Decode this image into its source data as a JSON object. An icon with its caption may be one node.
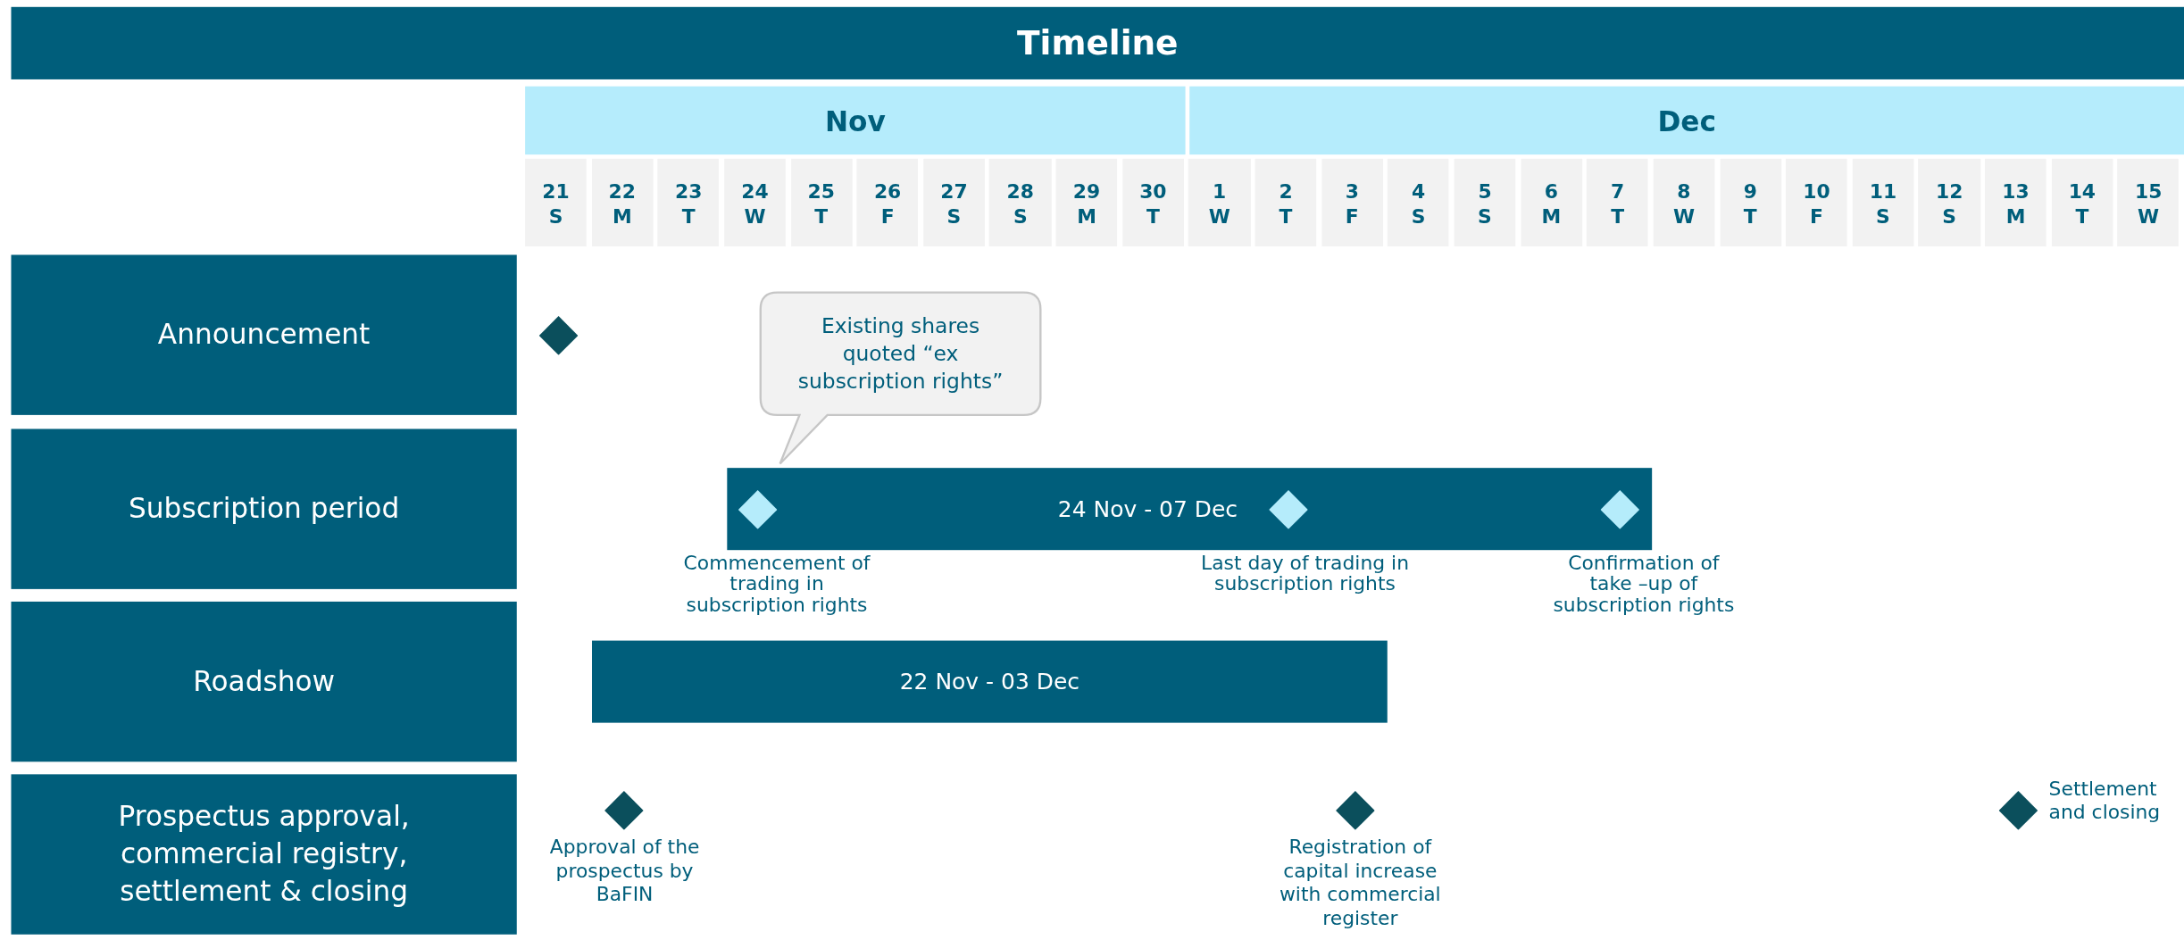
{
  "diagram": {
    "title": "Timeline",
    "nodes": [
      {
        "text": [
          "Nov"
        ]
      },
      {
        "text": [
          "Dec"
        ]
      },
      {
        "text": [
          "21",
          "S"
        ]
      },
      {
        "text": [
          "22",
          "M"
        ]
      },
      {
        "text": [
          "23",
          "T"
        ]
      },
      {
        "text": [
          "24",
          "W"
        ]
      },
      {
        "text": [
          "25",
          "T"
        ]
      },
      {
        "text": [
          "26",
          "F"
        ]
      },
      {
        "text": [
          "27",
          "S"
        ]
      },
      {
        "text": [
          "28",
          "S"
        ]
      },
      {
        "text": [
          "29",
          "M"
        ]
      },
      {
        "text": [
          "30",
          "T"
        ]
      },
      {
        "text": [
          "1",
          "W"
        ]
      },
      {
        "text": [
          "2",
          "T"
        ]
      },
      {
        "text": [
          "3",
          "F"
        ]
      },
      {
        "text": [
          "4",
          "S"
        ]
      },
      {
        "text": [
          "5",
          "S"
        ]
      },
      {
        "text": [
          "6",
          "M"
        ]
      },
      {
        "text": [
          "7",
          "T"
        ]
      },
      {
        "text": [
          "8",
          "W"
        ]
      },
      {
        "text": [
          "9",
          "T"
        ]
      },
      {
        "text": [
          "10",
          "F"
        ]
      },
      {
        "text": [
          "11",
          "S"
        ]
      },
      {
        "text": [
          "12",
          "S"
        ]
      },
      {
        "text": [
          "13",
          "M"
        ]
      },
      {
        "text": [
          "14",
          "T"
        ]
      },
      {
        "text": [
          "15",
          "W"
        ]
      },
      {
        "text": [
          "Announcement"
        ]
      },
      {
        "text": [],
        "shape": "diamond"
      },
      {
        "text": [
          "Existing shares quoted “ex subscription rights”"
        ]
      },
      {
        "text": [
          "Subscription period"
        ]
      },
      {
        "text": [
          "24 Nov - 07 Dec"
        ]
      },
      {
        "text": [],
        "shape": "diamond",
        "in": 31,
        "beside": [
          "Commencement of trading in subscription rights"
        ]
      },
      {
        "text": [],
        "shape": "diamond",
        "in": 31,
        "beside": [
          "Last day of trading in subscription rights"
        ]
      },
      {
        "text": [],
        "shape": "diamond",
        "in": 31,
        "beside": [
          "Confirmation of take –up of subscription rights"
        ]
      },
      {
        "text": [
          "Roadshow"
        ]
      },
      {
        "text": [
          "22 Nov - 03 Dec"
        ]
      },
      {
        "text": [
          "Prospectus approval, commercial registry, settlement & closing"
        ]
      },
      {
        "text": [],
        "shape": "diamond",
        "beside": [
          "Approval of the prospectus by BaFIN"
        ]
      },
      {
        "text": [],
        "shape": "diamond",
        "beside": [
          "Registration of capital increase with commercial register"
        ]
      },
      {
        "text": [],
        "shape": "diamond",
        "beside": [
          "Settlement and closing"
        ]
      }
    ]
  }
}
